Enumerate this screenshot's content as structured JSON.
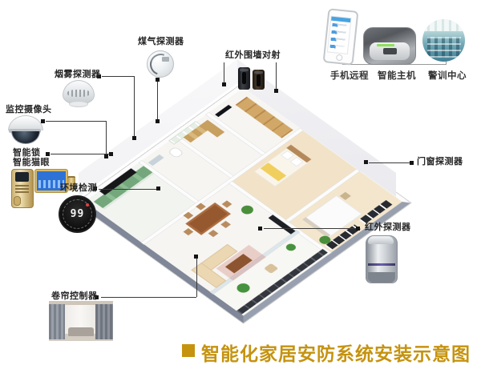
{
  "title": {
    "text": "智能化家居安防系统安装示意图",
    "color": "#C5930F"
  },
  "callouts": {
    "gas": "煤气探测器",
    "smoke": "烟雾探测器",
    "camera": "监控摄像头",
    "lock_line1": "智能锁",
    "lock_line2": "智能猫眼",
    "env": "环境检测",
    "curtain": "卷帘控制器",
    "perimeter": "红外围墙对射",
    "door_window": "门窗探测器",
    "pir": "红外探测器"
  },
  "top_row": {
    "phone": "手机远程",
    "host": "智能主机",
    "center": "警训中心"
  },
  "thermostat": {
    "value": "99"
  },
  "colors": {
    "accent_gold": "#C5930F",
    "line": "#3A3A3A",
    "kitchen_green": "#8CBD92",
    "wood": "#D2A868",
    "slab": "#7F8798"
  }
}
